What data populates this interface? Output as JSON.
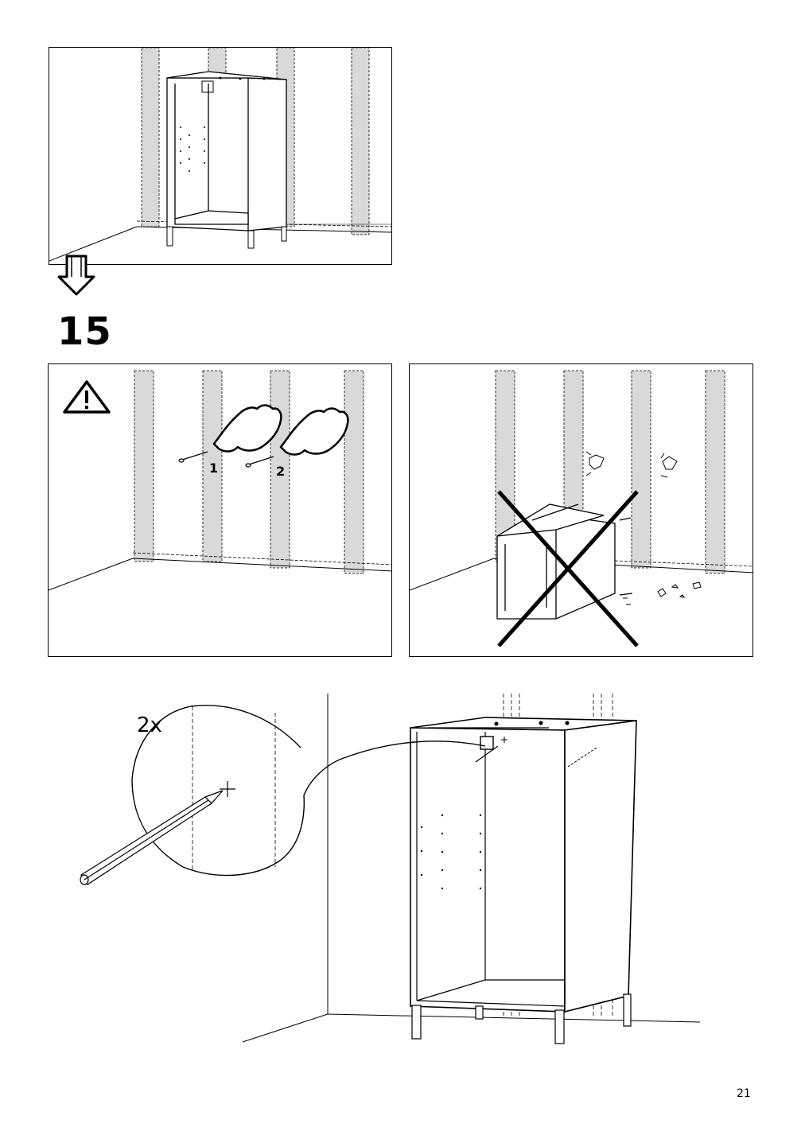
{
  "step": {
    "number": "15"
  },
  "page": {
    "number": "21"
  },
  "callouts": {
    "finger_1": "1",
    "finger_2": "2",
    "quantity": "2x"
  },
  "icons": {
    "warning": "warning-triangle-icon",
    "arrow": "next-step-arrow-icon",
    "cross": "do-not-cross-icon"
  },
  "colors": {
    "line": "#000000",
    "wall_stud_fill": "#d9d9d9",
    "background": "#ffffff"
  }
}
